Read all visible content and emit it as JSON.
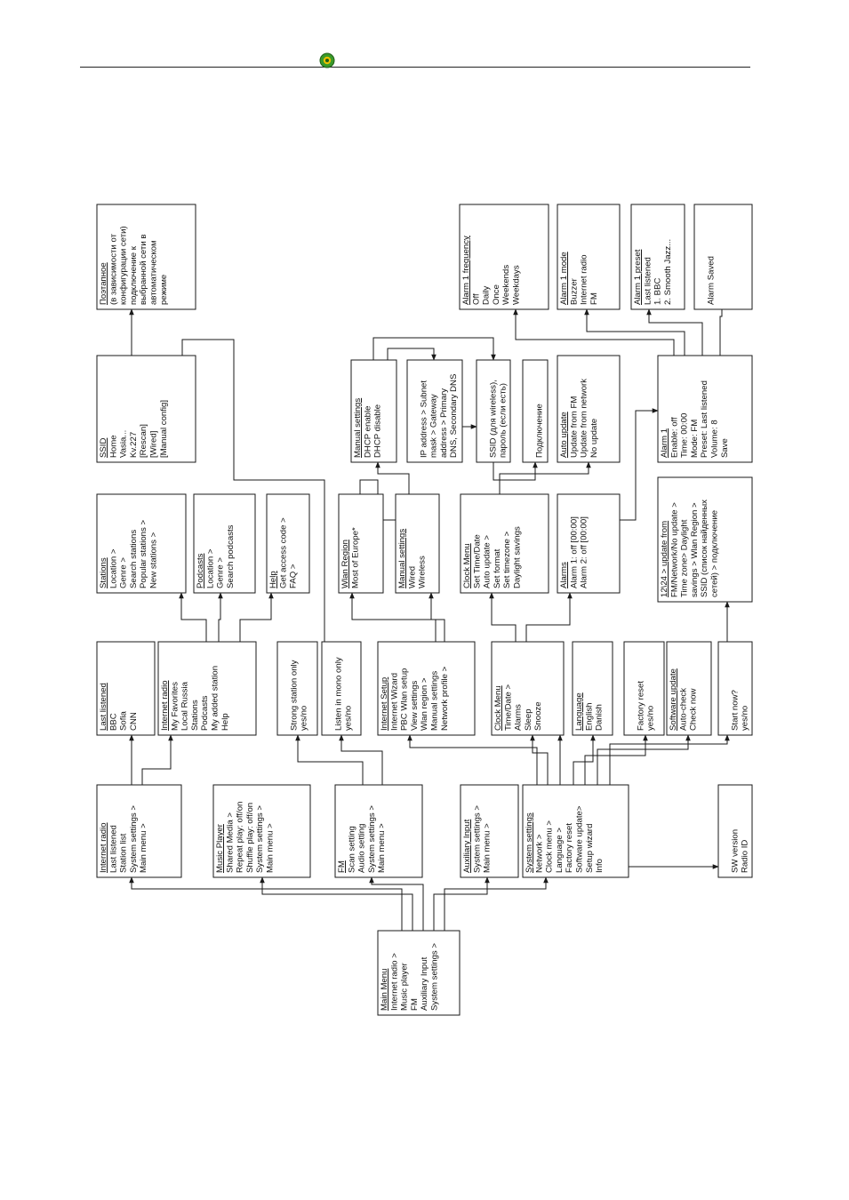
{
  "header": {
    "logo_icon": "green-eye-logo-icon"
  },
  "diagram": {
    "colors": {
      "line": "#1a1a1a",
      "logo_green": "#3a9a2a",
      "logo_yellow": "#e8c000"
    },
    "boxes": [
      {
        "id": "main-menu",
        "lines": [
          "Main Menu",
          "Internet radio >",
          "Music player",
          "FM",
          "Auxiliary Input",
          "System settings >"
        ]
      },
      {
        "id": "internet-radio",
        "lines": [
          "Internet radio",
          "Last listened",
          "Station list",
          "System settings >",
          "Main menu >"
        ]
      },
      {
        "id": "music-player",
        "lines": [
          "Music Player",
          "Shared Media >",
          "Repeat play: off/on",
          "Shuffle play: off/on",
          "System settings >",
          "Main menu >"
        ]
      },
      {
        "id": "fm",
        "lines": [
          "FM",
          "Scan setting",
          "Audio setting",
          "System settings >",
          "Main menu >"
        ]
      },
      {
        "id": "auxiliary-input",
        "lines": [
          "Auxiliary Input",
          "System settings >",
          "Main menu >"
        ]
      },
      {
        "id": "system-settings",
        "lines": [
          "System settings",
          "Network >",
          "Clock menu >",
          "Language >",
          "Factory reset",
          "Software update>",
          "Setup wizard",
          "Info"
        ]
      },
      {
        "id": "info",
        "lines": [
          "",
          "SW version",
          "Radio ID"
        ]
      },
      {
        "id": "last-listened",
        "lines": [
          "Last listened",
          "BBC",
          "Sofia",
          "CNN"
        ]
      },
      {
        "id": "internet-radio-list",
        "lines": [
          "Internet radio",
          "My Favorites",
          "Local Russia",
          "Stations",
          "Podcasts",
          "My added station",
          "Help"
        ]
      },
      {
        "id": "scan-setting",
        "lines": [
          "",
          "Strong station only",
          "yes/no"
        ]
      },
      {
        "id": "audio-setting",
        "lines": [
          "",
          "Listen in mono only",
          "yes/no"
        ]
      },
      {
        "id": "internet-setup",
        "lines": [
          "Internet Setup",
          "Internet Wizard",
          "PBC Wlan setup",
          "View settings",
          "Wlan region >",
          "Manual settings",
          "Network profile >"
        ]
      },
      {
        "id": "clock-menu",
        "lines": [
          "Clock Menu",
          "Time/Date >",
          "Alarms",
          "Sleep",
          "Snooze"
        ]
      },
      {
        "id": "language",
        "lines": [
          "Language",
          "English",
          "Danish"
        ]
      },
      {
        "id": "factory-reset",
        "lines": [
          "",
          "Factory reset",
          "yes/no"
        ]
      },
      {
        "id": "software-update",
        "lines": [
          "Software update",
          "Auto-check",
          "Check now"
        ]
      },
      {
        "id": "setup-wizard",
        "lines": [
          "",
          "Start now?",
          "yes/no"
        ]
      },
      {
        "id": "stations",
        "lines": [
          "Stations",
          "Location >",
          "Genre >",
          "Search stations",
          "Popular stations >",
          "New stations >"
        ]
      },
      {
        "id": "podcasts",
        "lines": [
          "Podcasts",
          "Location >",
          "Genre >",
          "Search podcasts"
        ]
      },
      {
        "id": "help",
        "lines": [
          "Help",
          "Get access code >",
          "FAQ >"
        ]
      },
      {
        "id": "wlan-region",
        "lines": [
          "Wlan Region",
          "Most of Europe*"
        ]
      },
      {
        "id": "manual-settings",
        "lines": [
          "Manual settings",
          "Wired",
          "Wireless"
        ]
      },
      {
        "id": "clock-menu-2",
        "lines": [
          "Clock Menu",
          "Set Time/Date",
          "Auto update >",
          "Set format",
          "Set timezone >",
          "Daylight savings"
        ]
      },
      {
        "id": "alarms",
        "lines": [
          "Alarms",
          "Alarm 1: off [00:00]",
          "Alarm 2: off [00:00]"
        ]
      },
      {
        "id": "wizard-steps",
        "lines": [
          "12\\24 > update from",
          "FM/Network/No update >",
          "Time zone> Daylight",
          "savings > Wlan Region >",
          "SSID (список найденных",
          "сетей) > подключение"
        ]
      },
      {
        "id": "ssid",
        "lines": [
          "SSID",
          "Home",
          "Vasia...",
          "Kv.227",
          "[Rescan]",
          "[Wired]",
          "[Manual config]"
        ]
      },
      {
        "id": "manual-settings-dhcp",
        "lines": [
          "Manual settings",
          "DHCP enable",
          "DHCP disable"
        ]
      },
      {
        "id": "ip-address",
        "lines": [
          "",
          "IP address > Subnet",
          "mask > Gateway",
          "address > Primary",
          "DNS, Secondary DNS"
        ]
      },
      {
        "id": "ssid-password",
        "lines": [
          "",
          "SSID (для wireless),",
          "пароль (если есть)"
        ]
      },
      {
        "id": "connect",
        "lines": [
          "",
          "Подключение"
        ]
      },
      {
        "id": "auto-update",
        "lines": [
          "Auto update",
          "Update from FM",
          "Update from network",
          "No update"
        ]
      },
      {
        "id": "alarm-1",
        "lines": [
          "Alarm 1",
          "Enable: off",
          "Time: 00:00",
          "Mode: FM",
          "Preset: Last listened",
          "Volume: 8",
          "Save"
        ]
      },
      {
        "id": "step-by-step",
        "lines": [
          "Поэтапное",
          "(в зависимости от",
          "конфигурации сети)",
          "подключение к",
          "выбранной сети в",
          "автоматическом",
          "режиме"
        ]
      },
      {
        "id": "alarm-1-frequency",
        "lines": [
          "Alarm 1 frequency",
          "Off",
          "Daily",
          "Once",
          "Weekends",
          "Weekdays"
        ]
      },
      {
        "id": "alarm-1-mode",
        "lines": [
          "Alarm 1 mode",
          "Buzzer",
          "Internet radio",
          "FM"
        ]
      },
      {
        "id": "alarm-1-preset",
        "lines": [
          "Alarm 1 preset",
          "Last listened",
          "1. BBC",
          "2. Smooth Jazz..."
        ]
      },
      {
        "id": "alarm-saved",
        "lines": [
          "",
          "Alarm Saved"
        ]
      }
    ]
  }
}
